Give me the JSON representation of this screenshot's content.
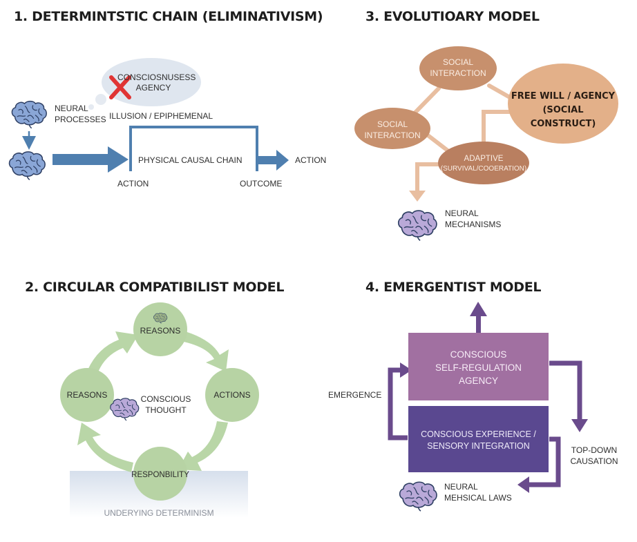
{
  "panel1": {
    "title": "1. DETERMINTSTIC CHAIN (ELIMINATIVISM)",
    "bubble_text": "CONSCIOSNUSESS\nAGENCY",
    "neural_processes": "NEURAL\nPROCESSES",
    "illusion": "ILLUSION / EPIPHEMENAL",
    "physical_chain": "PHYSICAL CAUSAL CHAIN",
    "action_left": "ACTION",
    "outcome": "OUTCOME",
    "action_right": "ACTION",
    "colors": {
      "arrow": "#4f7faf",
      "bubble": "#dfe6ef",
      "cross": "#e03434"
    }
  },
  "panel2": {
    "title": "2. CIRCULAR COMPATIBILIST MODEL",
    "nodes": {
      "top": "REASONS",
      "left": "REASONS",
      "right": "ACTIONS",
      "bottom": "RESPONBILITY"
    },
    "center": "CONSCIOUS\nTHOUGHT",
    "base": "UNDERYING DETERMINISM",
    "colors": {
      "node": "#b7d3a4",
      "arrow": "#b9d6a7"
    }
  },
  "panel3": {
    "title": "3. EVOLUTIOARY MODEL",
    "node_top": "SOCIAL\nINTERACTION",
    "node_left": "SOCIAL\nINTERACTION",
    "node_big": "FREE WILL / AGENCY\n(SOCIAL CONSTRUCT)",
    "node_adaptive": "ADAPTIVE",
    "node_adaptive_sub": "(SURVIVAL/COOERATION)",
    "neural": "NEURAL\nMECHANISMS",
    "colors": {
      "node": "#c7906d",
      "big": "#e3b089",
      "link": "#e8bea0"
    }
  },
  "panel4": {
    "title": "4. EMERGENTIST MODEL",
    "top_box": "CONSCIOUS\nSELF-REGULATION\nAGENCY",
    "bottom_box": "CONSCIOUS EXPERIENCE /\nSENSORY INTEGRATION",
    "emergence": "EMERGENCE",
    "top_down": "TOP-DOWN\nCAUSATION",
    "neural": "NEURAL\nMEHSICAL LAWS",
    "colors": {
      "top": "#a170a1",
      "bottom": "#5a4890",
      "arrow": "#6a4b8c"
    }
  },
  "icons": [
    "brain-icon",
    "cross-icon"
  ]
}
